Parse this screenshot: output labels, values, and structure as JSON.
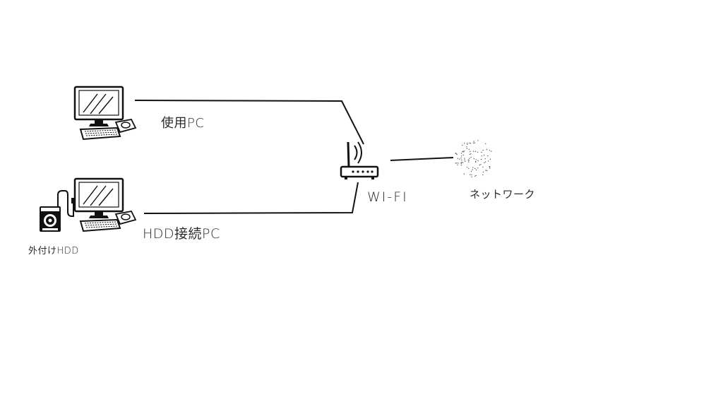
{
  "labels": {
    "pc1": "使用PC",
    "pc2": "HDD接続PC",
    "hdd": "外付けHDD",
    "wifi": "WI-FI",
    "network": "ネットワーク"
  }
}
